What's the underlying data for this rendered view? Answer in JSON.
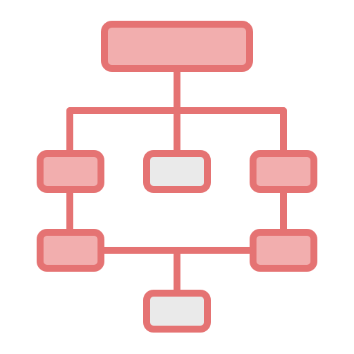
{
  "icon": {
    "name": "hierarchy-flowchart-icon",
    "colors": {
      "stroke": "#E57373",
      "fill_primary": "#F2AEAE",
      "fill_neutral": "#EAEAEA",
      "background": "#FFFFFF"
    },
    "nodes": [
      {
        "id": "top",
        "fill": "primary"
      },
      {
        "id": "mid-left",
        "fill": "primary"
      },
      {
        "id": "mid-center",
        "fill": "neutral"
      },
      {
        "id": "mid-right",
        "fill": "primary"
      },
      {
        "id": "low-left",
        "fill": "primary"
      },
      {
        "id": "low-right",
        "fill": "primary"
      },
      {
        "id": "bottom",
        "fill": "neutral"
      }
    ]
  }
}
